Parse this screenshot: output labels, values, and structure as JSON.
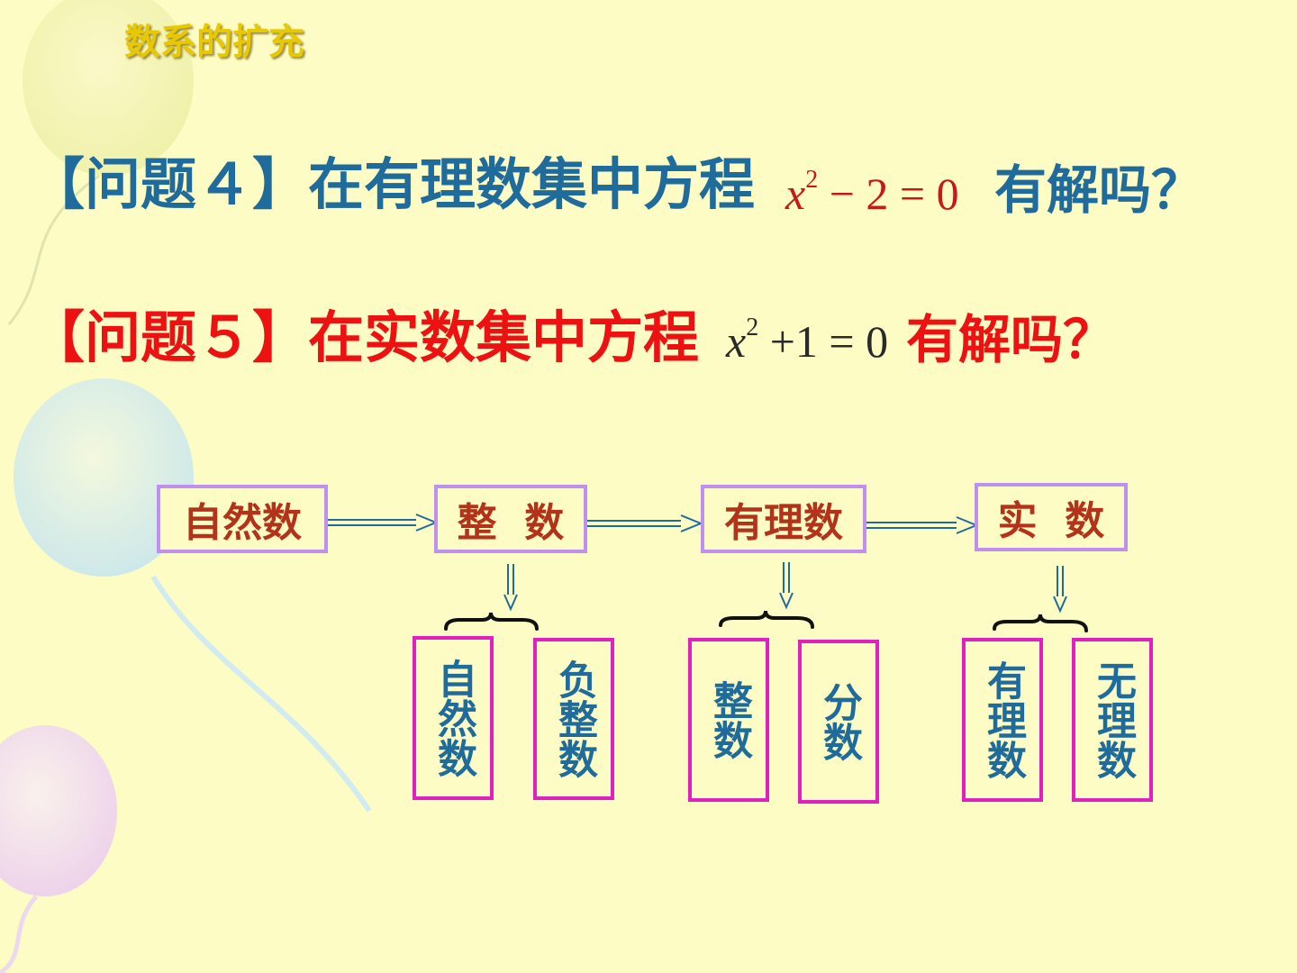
{
  "slide_title": "数系的扩充",
  "question4": {
    "label": "【问题４】",
    "text_before": "在有理数集中方程",
    "eq_var": "x",
    "eq_exp": "2",
    "eq_rest": " − 2 = 0",
    "text_after": "有解吗？",
    "color": "#1f6b9c"
  },
  "question5": {
    "label": "【问题５】",
    "text_before": "在实数集中方程",
    "eq_var": "x",
    "eq_exp": "2",
    "eq_rest": " +1 = 0",
    "text_after": "有解吗？",
    "color": "#ee1111"
  },
  "diagram": {
    "chain": [
      "自然数",
      "整  数",
      "有理数",
      "实  数"
    ],
    "subsets": {
      "integers": [
        "自然数",
        "负整数"
      ],
      "rationals": [
        "整数",
        "分数"
      ],
      "reals": [
        "有理数",
        "无理数"
      ]
    },
    "colors": {
      "chain_border": "#c090f0",
      "chain_text": "#b3331a",
      "subset_border": "#e020c0",
      "subset_text": "#1f6b9c",
      "arrow": "#1f6b9c"
    }
  }
}
